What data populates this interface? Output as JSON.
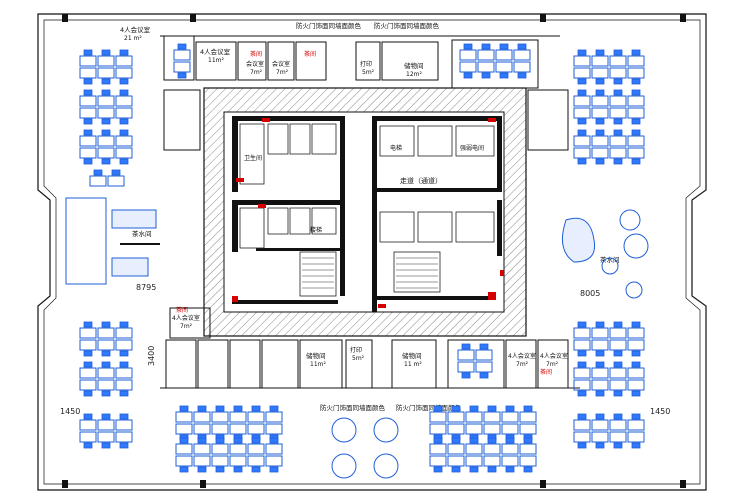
{
  "labels": {
    "fire_door_top_left": "防火门饰面同墙面颜色",
    "fire_door_top_right": "防火门饰面同墙面颜色",
    "fire_door_bottom_left": "防火门饰面同墙面颜色",
    "fire_door_bottom_right": "防火门饰面同墙面颜色",
    "meeting_room_4p_top_left": "4人会议室",
    "meeting_room_4p_top_left_area": "21 m²",
    "meeting_room_4p_top_left_b": "4人会议室",
    "meeting_room_4p_top_left_b_area": "11m²",
    "meeting_room_top_small": "会议室",
    "meeting_room_top_small_area": "7m²",
    "meeting_room_top_small_b": "会议室",
    "meeting_room_top_small_b_area": "7m²",
    "storage_top": "储物间",
    "storage_top_area": "12m²",
    "print_top": "打印",
    "print_top_area": "5m²",
    "tea_room_left": "茶水间",
    "tea_room_right": "茶水间",
    "dim_8795": "8795",
    "dim_8005": "8005",
    "dim_1450_left": "1450",
    "dim_1450_right": "1450",
    "dim_3400": "3400",
    "meeting_room_4p_bottom_left": "4人会议室",
    "meeting_room_4p_bottom_left_area": "7m²",
    "storage_bottom": "储物间",
    "storage_bottom_area": "11m²",
    "storage_bottom_b": "储物间",
    "storage_bottom_b_area": "11 m²",
    "print_bottom": "打印",
    "print_bottom_area": "5m²",
    "meeting_room_4p_bottom_right": "4人会议室",
    "meeting_room_4p_bottom_right_area": "7m²",
    "meeting_room_4p_bottom_right_b": "4人会议室",
    "meeting_room_4p_bottom_right_b_area": "7m²",
    "red_note_1": "茶间",
    "red_note_2": "茶间",
    "red_note_3": "茶间",
    "red_note_4": "茶间",
    "corridor_core": "走道（通道）",
    "core_note": "强弱电间",
    "core_stair": "楼梯",
    "core_elevator": "电梯",
    "core_toilet": "卫生间"
  },
  "colors": {
    "wall": "#111111",
    "furniture": "#1f5fd6",
    "hatch": "#888888",
    "accent_red": "#d40000"
  }
}
